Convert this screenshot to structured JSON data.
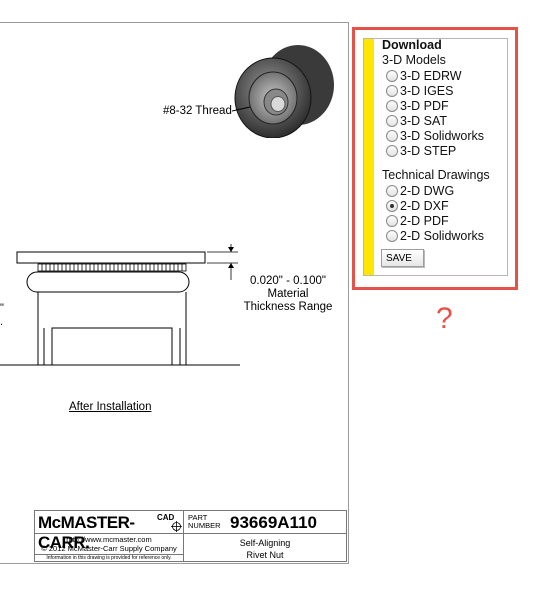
{
  "drawing": {
    "thread_label": "#8-32 Thread",
    "dimension_range": "0.020\" - 0.100\"",
    "dimension_line2": "Material",
    "dimension_line3": "Thickness Range",
    "cut_label_1": "\"",
    "cut_label_2": ".",
    "caption": "After Installation"
  },
  "title_block": {
    "logo": "McMASTER-CARR.",
    "cad_mark": "CAD",
    "part_label_1": "PART",
    "part_label_2": "NUMBER",
    "part_number": "93669A110",
    "url": "http://www.mcmaster.com",
    "copyright": "© 2012 McMaster-Carr Supply Company",
    "disclaimer": "Information in this drawing is provided for reference only.",
    "description_1": "Self-Aligning",
    "description_2": "Rivet Nut"
  },
  "download": {
    "title": "Download",
    "models_heading": "3-D Models",
    "models": [
      "3-D EDRW",
      "3-D IGES",
      "3-D PDF",
      "3-D SAT",
      "3-D Solidworks",
      "3-D STEP"
    ],
    "drawings_heading": "Technical Drawings",
    "drawings": [
      "2-D DWG",
      "2-D DXF",
      "2-D PDF",
      "2-D Solidworks"
    ],
    "selected": "2-D DXF",
    "save_label": "SAVE"
  },
  "marker": "?",
  "colors": {
    "highlight": "#e4534a",
    "accent_bar": "#ffe600"
  }
}
